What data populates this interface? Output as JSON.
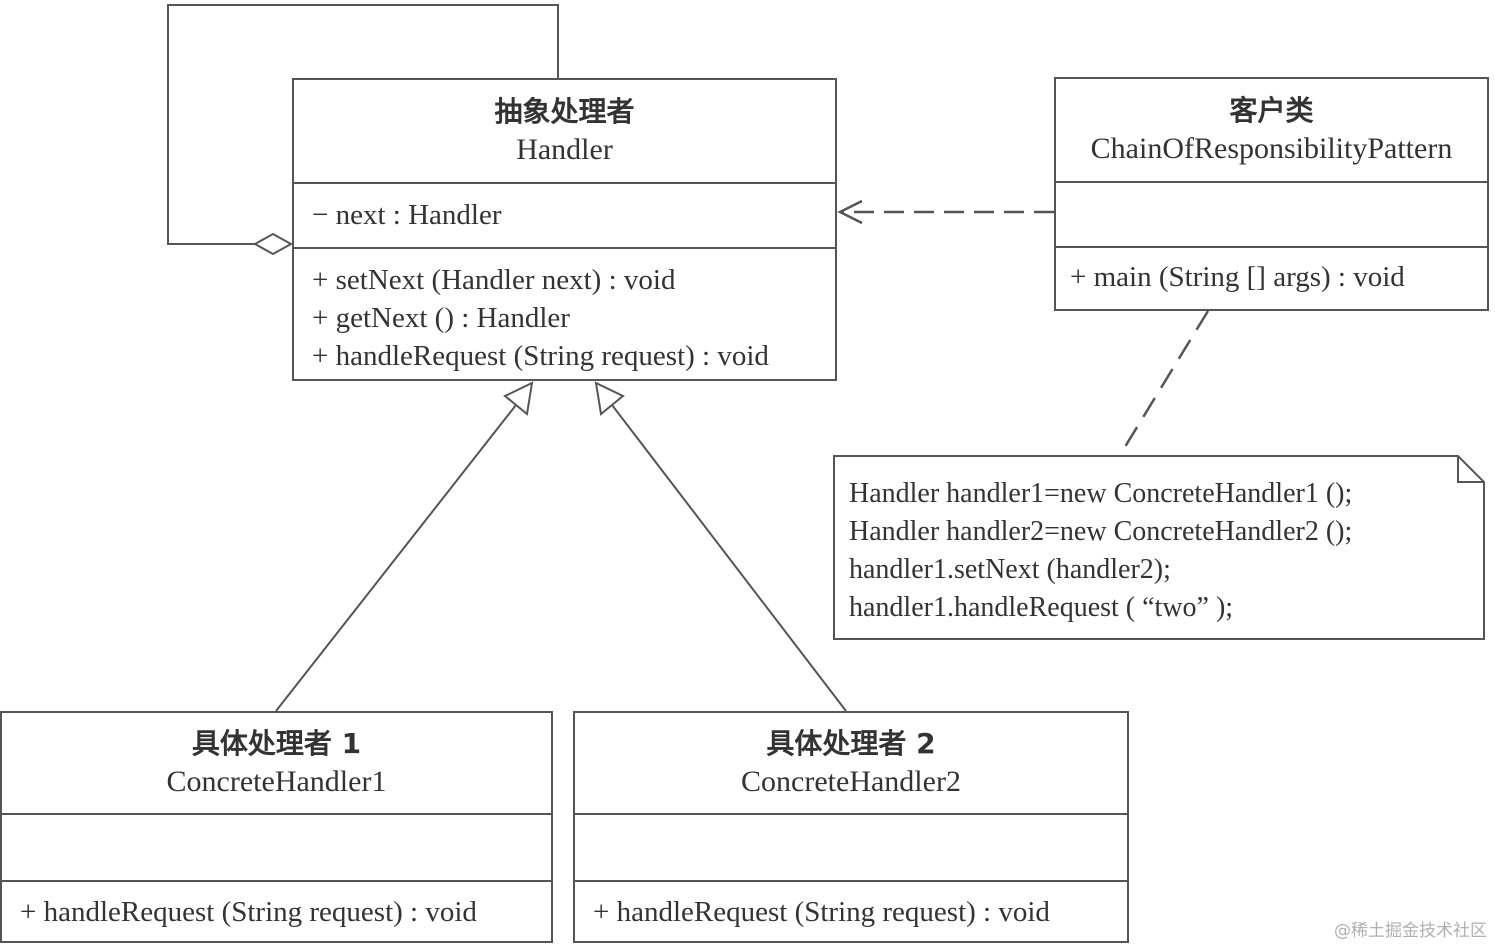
{
  "handler": {
    "title_cn": "抽象处理者",
    "title_en": "Handler",
    "attributes": [
      "− next : Handler"
    ],
    "methods": [
      "+ setNext (Handler next) : void",
      "+ getNext () : Handler",
      "+ handleRequest (String request) : void"
    ]
  },
  "client": {
    "title_cn": "客户类",
    "title_en": "ChainOfResponsibilityPattern",
    "methods": [
      "+ main (String [] args) : void"
    ]
  },
  "concrete1": {
    "title_cn": "具体处理者 1",
    "title_en": "ConcreteHandler1",
    "methods": [
      "+ handleRequest (String request) : void"
    ]
  },
  "concrete2": {
    "title_cn": "具体处理者 2",
    "title_en": "ConcreteHandler2",
    "methods": [
      "+ handleRequest (String request) : void"
    ]
  },
  "note": {
    "lines": [
      "Handler handler1=new ConcreteHandler1 ();",
      "Handler handler2=new ConcreteHandler2 ();",
      "handler1.setNext (handler2);",
      "handler1.handleRequest ( “two” );"
    ]
  },
  "watermark": "@稀土掘金技术社区"
}
